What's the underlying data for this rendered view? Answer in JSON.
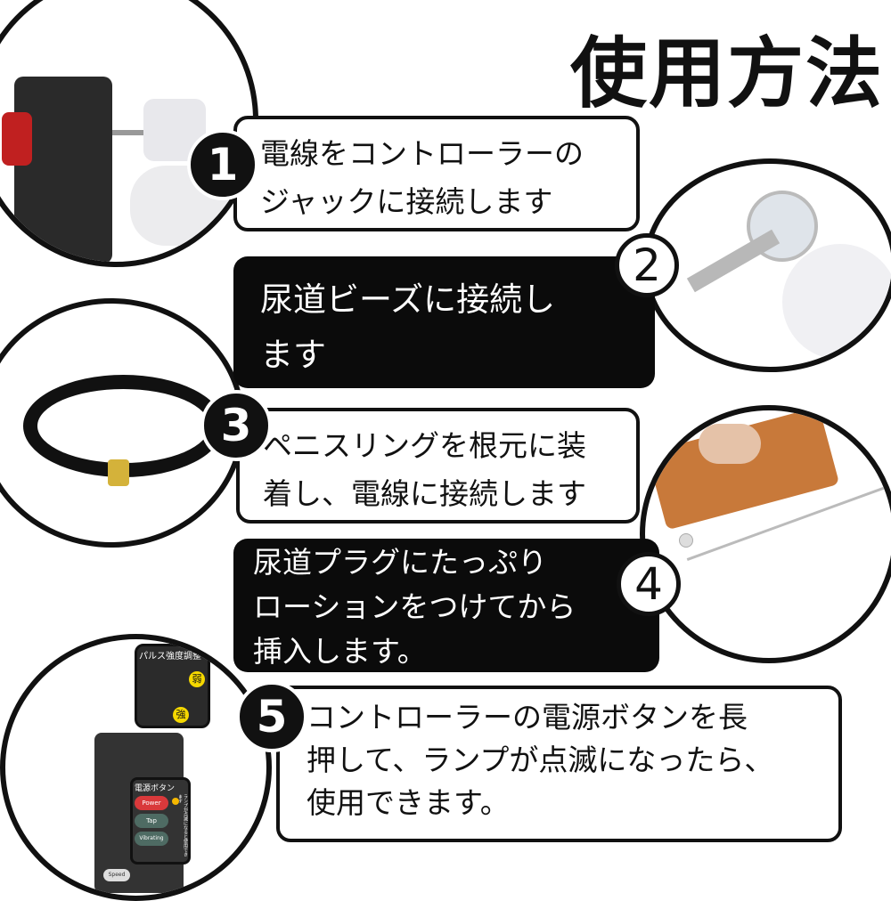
{
  "title": "使用方法",
  "steps": [
    {
      "number": "1",
      "lines": [
        "電線をコントローラーの",
        "ジャックに接続します"
      ]
    },
    {
      "number": "2",
      "lines": [
        "尿道ビーズに接続し",
        "ます"
      ]
    },
    {
      "number": "3",
      "lines": [
        "ペニスリングを根元に装",
        "着し、電線に接続します"
      ]
    },
    {
      "number": "4",
      "lines": [
        "尿道プラグにたっぷり",
        "ローションをつけてから",
        "挿入します。"
      ]
    },
    {
      "number": "5",
      "lines": [
        "コントローラーの電源ボタンを長",
        "押して、ランプが点滅になったら、",
        "使用できます。"
      ]
    }
  ],
  "controller": {
    "pulse_label": "パルス強度調整",
    "weak": "弱",
    "strong": "強",
    "power_label": "電源ボタン",
    "buttons": [
      "Power",
      "Tap",
      "Vibrating"
    ],
    "speed": "Speed",
    "note": "ランプが点滅になると使用できます"
  },
  "colors": {
    "black": "#111111",
    "lamp": "#f5b800",
    "power_red": "#d9393b",
    "button_teal": "#4e6b63"
  }
}
